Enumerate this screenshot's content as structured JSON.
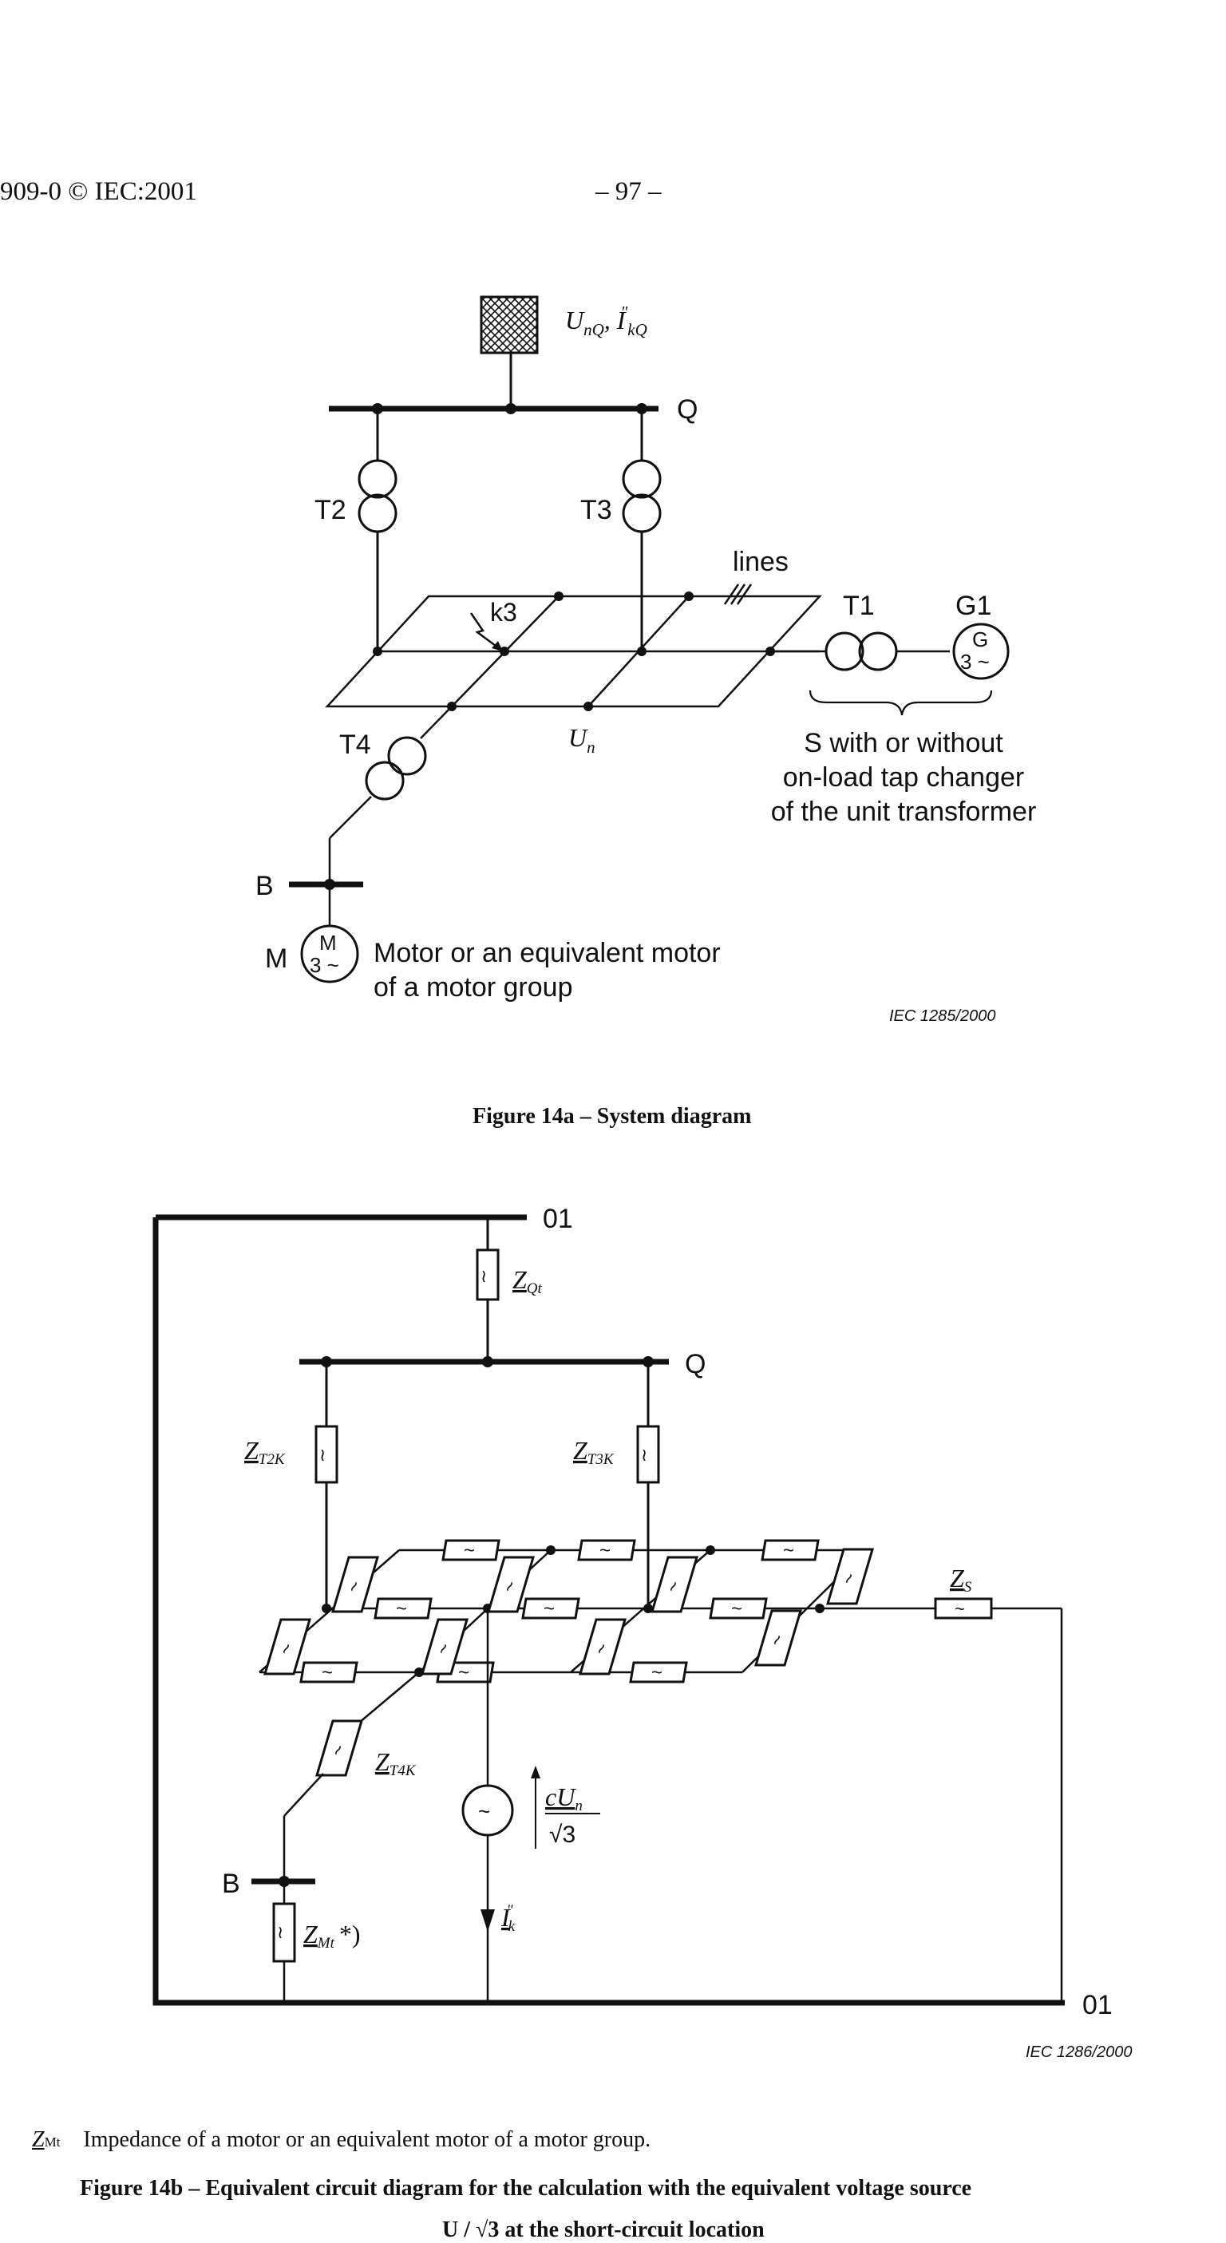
{
  "header": {
    "left": "909-0 © IEC:2001",
    "page_number": "– 97 –"
  },
  "figure_a": {
    "labels": {
      "source": "U",
      "source_sub": "nQ",
      "source_sep": ", ",
      "source_i": "I",
      "source_i_sup": "\"",
      "source_i_sub": "kQ",
      "busbar_q": "Q",
      "t2": "T2",
      "t3": "T3",
      "t1": "T1",
      "t4": "T4",
      "g1": "G1",
      "g_letter": "G",
      "g_phase": "3 ~",
      "lines": "lines",
      "fault": "k3",
      "un": "U",
      "un_sub": "n",
      "s_line1": "S with or without",
      "s_line2": "on-load tap changer",
      "s_line3": "of the unit transformer",
      "busbar_b": "B",
      "motor": "M",
      "m_letter": "M",
      "m_phase": "3 ~",
      "motor_line1": "Motor or an equivalent motor",
      "motor_line2": "of a motor group"
    },
    "iec_ref": "IEC   1285/2000",
    "caption": "Figure 14a – System diagram"
  },
  "figure_b": {
    "labels": {
      "node_top": "01",
      "node_bottom": "01",
      "zqt": "Z",
      "zqt_sub": "Qt",
      "busbar_q": "Q",
      "zt2k": "Z",
      "zt2k_sub": "T2K",
      "zt3k": "Z",
      "zt3k_sub": "T3K",
      "zs": "Z",
      "zs_sub": "S",
      "zt4k": "Z",
      "zt4k_sub": "T4K",
      "source_num": "cU",
      "source_num_sub": "n",
      "source_den": "√3",
      "ik": "I",
      "ik_sup": "\"",
      "ik_sub": "k",
      "busbar_b": "B",
      "zmt": "Z",
      "zmt_sub": "Mt",
      "zmt_note": "*)"
    },
    "iec_ref": "IEC   1286/2000",
    "caption": "Figure 14b – Equivalent circuit diagram for the calculation with the equivalent voltage source"
  },
  "footnote": {
    "symbol": "Z",
    "symbol_sub": "Mt",
    "text": "Impedance of a motor or an equivalent motor of a motor group."
  },
  "trailing_line": "U / √3 at the short-circuit location"
}
